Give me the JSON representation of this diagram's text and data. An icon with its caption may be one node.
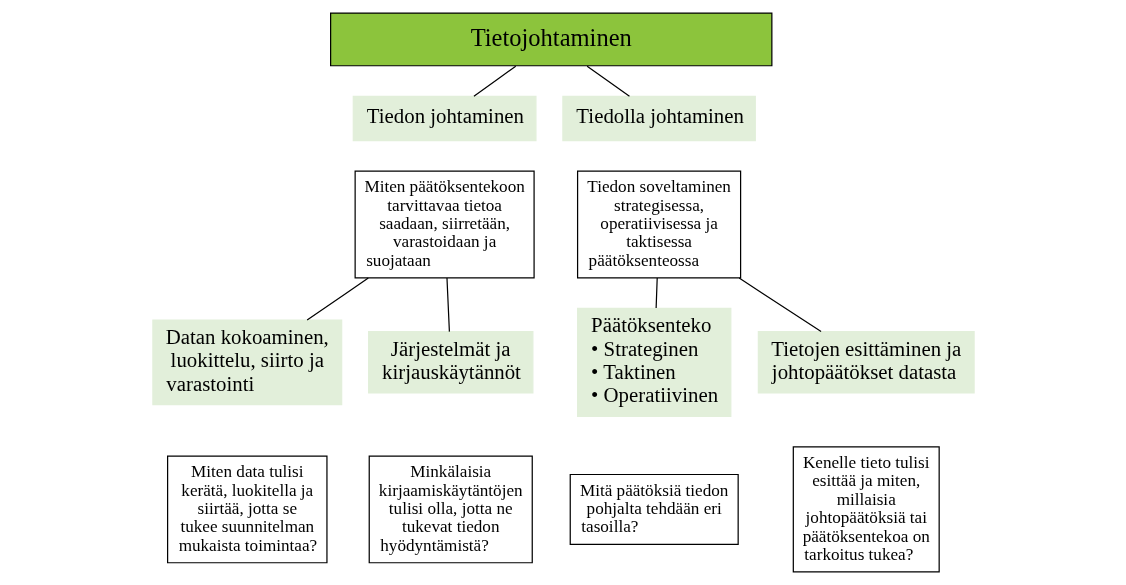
{
  "diagram": {
    "nodes": [
      {
        "text": [
          "Tietojohtaminen"
        ]
      },
      {
        "text": [
          "Tiedon johtaminen"
        ]
      },
      {
        "text": [
          "Miten päätöksentekoon tarvittavaa tietoa saadaan, siirretään, varastoidaan ja suojataan"
        ]
      },
      {
        "text": [
          "Tiedolla johtaminen"
        ]
      },
      {
        "text": [
          "Tiedon soveltaminen strategisessa, operatiivisessa ja taktisessa päätöksenteossa"
        ]
      },
      {
        "text": [
          "Datan kokoaminen, luokittelu, siirto ja varastointi"
        ]
      },
      {
        "text": [
          "Miten data tulisi kerätä, luokitella ja siirtää, jotta se tukee suunnitelman mukaista toimintaa?"
        ]
      },
      {
        "text": [
          "Järjestelmät ja kirjauskäytännöt"
        ]
      },
      {
        "text": [
          "Minkälaisia kirjaamiskäytäntöjen tulisi olla, jotta ne tukevat tiedon hyödyntämistä?"
        ]
      },
      {
        "text": [
          "Päätöksenteko",
          "• Strateginen",
          "• Taktinen",
          "• Operatiivinen"
        ]
      },
      {
        "text": [
          "Mitä päätöksiä tiedon pohjalta tehdään eri tasoilla?"
        ]
      },
      {
        "text": [
          "Tietojen esittäminen ja johtopäätökset datasta"
        ]
      },
      {
        "text": [
          "Kenelle tieto tulisi esittää ja miten, millaisia johtopäätöksiä tai päätöksentekoa on tarkoitus tukea?"
        ]
      }
    ],
    "edges": [
      {
        "from": 0,
        "to": 1,
        "arrow": "none"
      },
      {
        "from": 0,
        "to": 3,
        "arrow": "none"
      },
      {
        "from": 2,
        "to": 5,
        "arrow": "none"
      },
      {
        "from": 2,
        "to": 7,
        "arrow": "none"
      },
      {
        "from": 4,
        "to": 9,
        "arrow": "none"
      },
      {
        "from": 4,
        "to": 11,
        "arrow": "none"
      }
    ]
  }
}
